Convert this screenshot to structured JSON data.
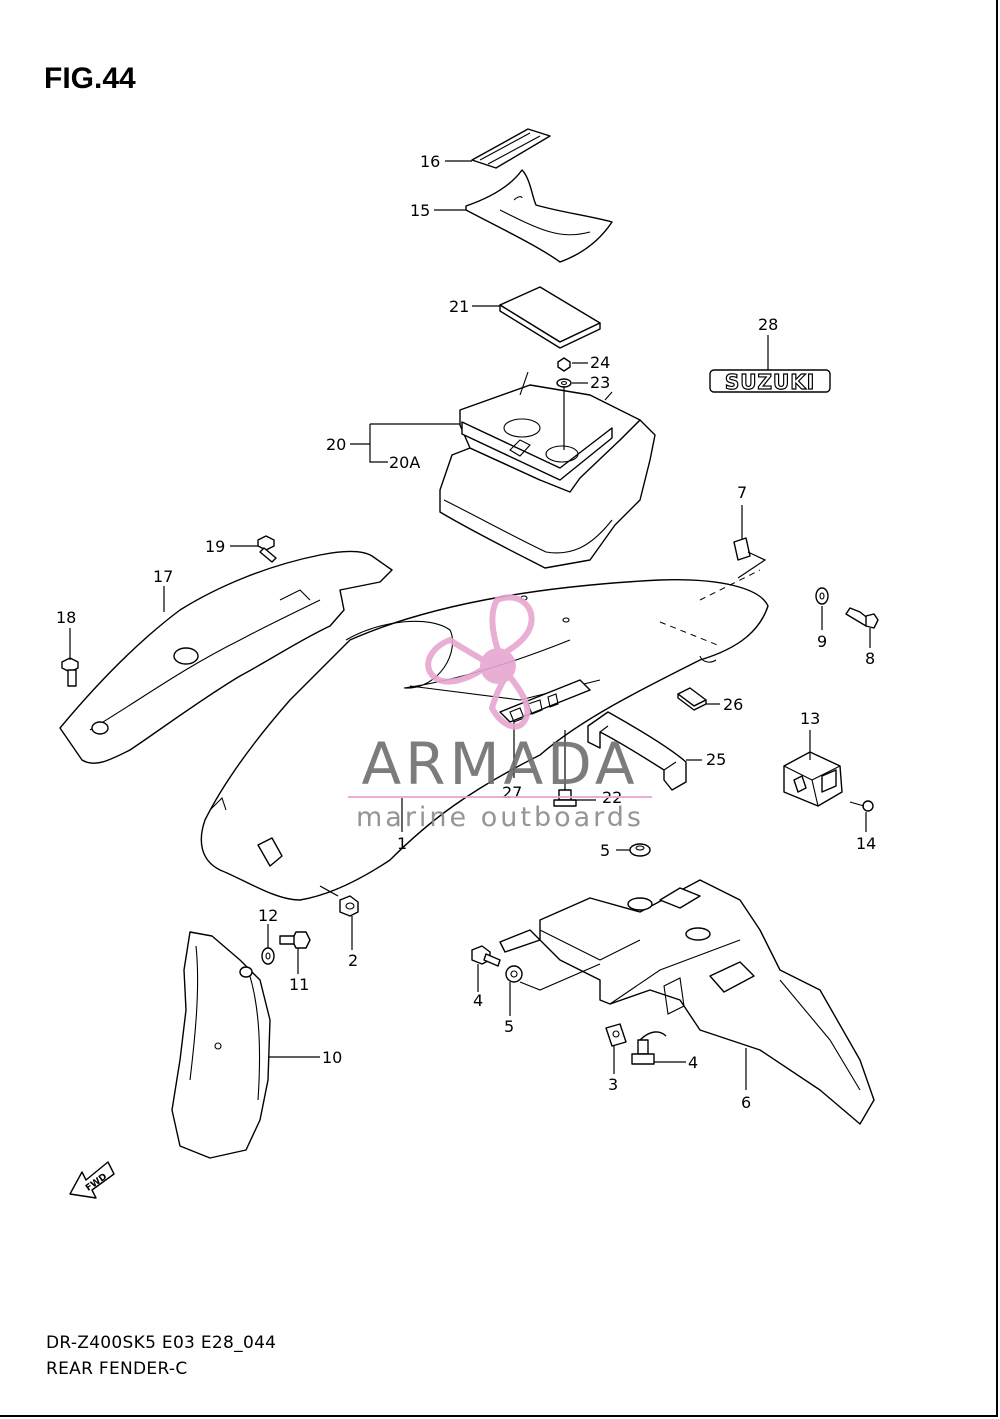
{
  "figure": {
    "title": "FIG.44",
    "model_code": "DR-Z400SK5 E03 E28_044",
    "section_name": "REAR FENDER-C"
  },
  "badge": {
    "text": "SUZUKI"
  },
  "fwd_arrow": {
    "text": "FWD"
  },
  "watermark": {
    "brand": "ARMADA",
    "tagline": "marine outboards",
    "colors": {
      "logo_pink": "#e7a6cf",
      "text_gray": "#6e6e6e"
    }
  },
  "callouts": [
    {
      "id": "c16",
      "label": "16"
    },
    {
      "id": "c15",
      "label": "15"
    },
    {
      "id": "c21",
      "label": "21"
    },
    {
      "id": "c28",
      "label": "28"
    },
    {
      "id": "c24",
      "label": "24"
    },
    {
      "id": "c23",
      "label": "23"
    },
    {
      "id": "c20",
      "label": "20"
    },
    {
      "id": "c20a",
      "label": "20A"
    },
    {
      "id": "c7",
      "label": "7"
    },
    {
      "id": "c19",
      "label": "19"
    },
    {
      "id": "c17",
      "label": "17"
    },
    {
      "id": "c18",
      "label": "18"
    },
    {
      "id": "c9",
      "label": "9"
    },
    {
      "id": "c8",
      "label": "8"
    },
    {
      "id": "c26",
      "label": "26"
    },
    {
      "id": "c13",
      "label": "13"
    },
    {
      "id": "c25",
      "label": "25"
    },
    {
      "id": "c27",
      "label": "27"
    },
    {
      "id": "c22",
      "label": "22"
    },
    {
      "id": "c1",
      "label": "1"
    },
    {
      "id": "c14",
      "label": "14"
    },
    {
      "id": "c5a",
      "label": "5"
    },
    {
      "id": "c12",
      "label": "12"
    },
    {
      "id": "c2",
      "label": "2"
    },
    {
      "id": "c11",
      "label": "11"
    },
    {
      "id": "c4a",
      "label": "4"
    },
    {
      "id": "c5b",
      "label": "5"
    },
    {
      "id": "c10",
      "label": "10"
    },
    {
      "id": "c4b",
      "label": "4"
    },
    {
      "id": "c3",
      "label": "3"
    },
    {
      "id": "c6",
      "label": "6"
    }
  ]
}
